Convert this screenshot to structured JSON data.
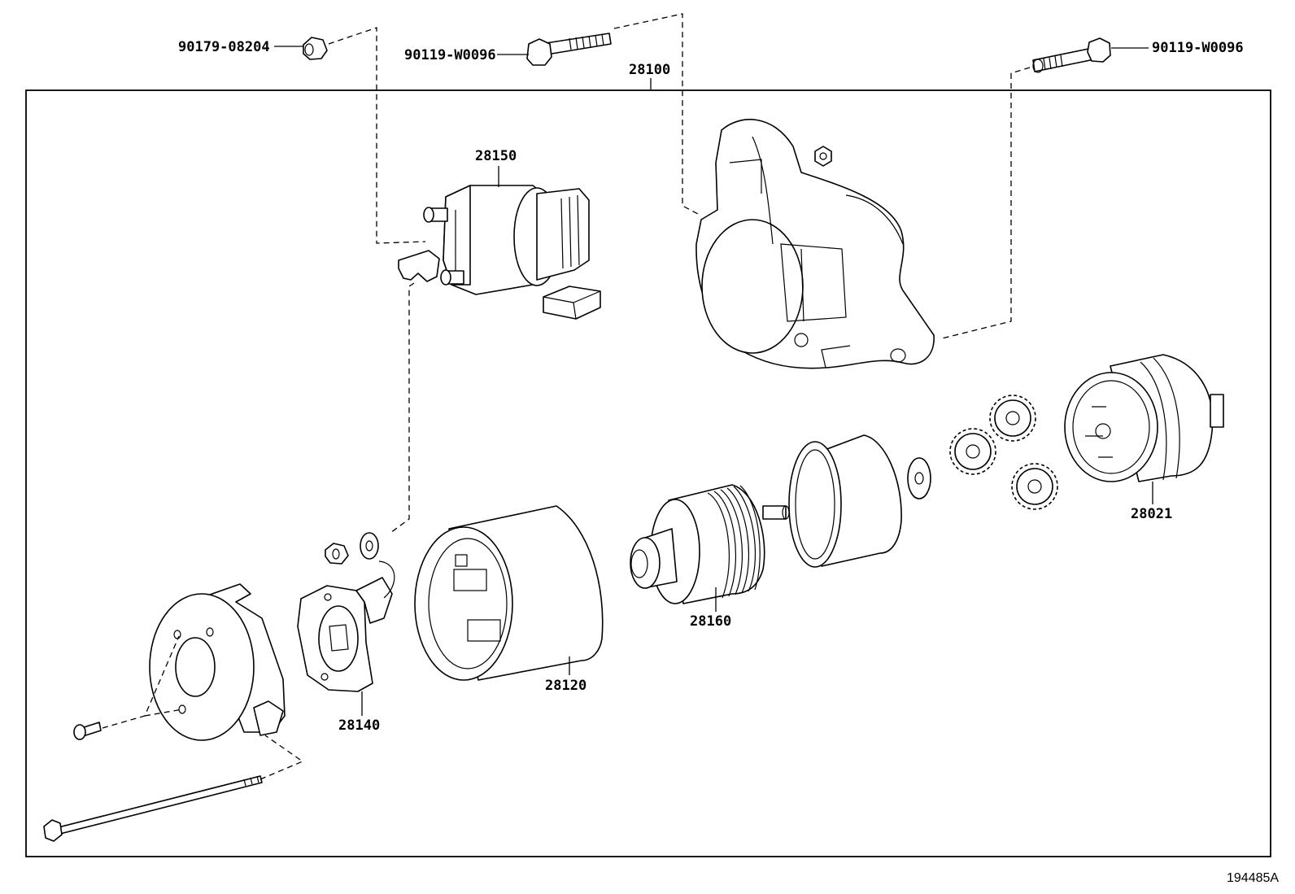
{
  "labels": {
    "nut_top_left": "90179-08204",
    "bolt_top_center": "90119-W0096",
    "bolt_top_right": "90119-W0096",
    "starter_assembly": "28100",
    "solenoid_switch": "28150",
    "end_frame": "28021",
    "armature": "28160",
    "yoke": "28120",
    "brush_holder": "28140"
  },
  "figure_id": "194485A"
}
